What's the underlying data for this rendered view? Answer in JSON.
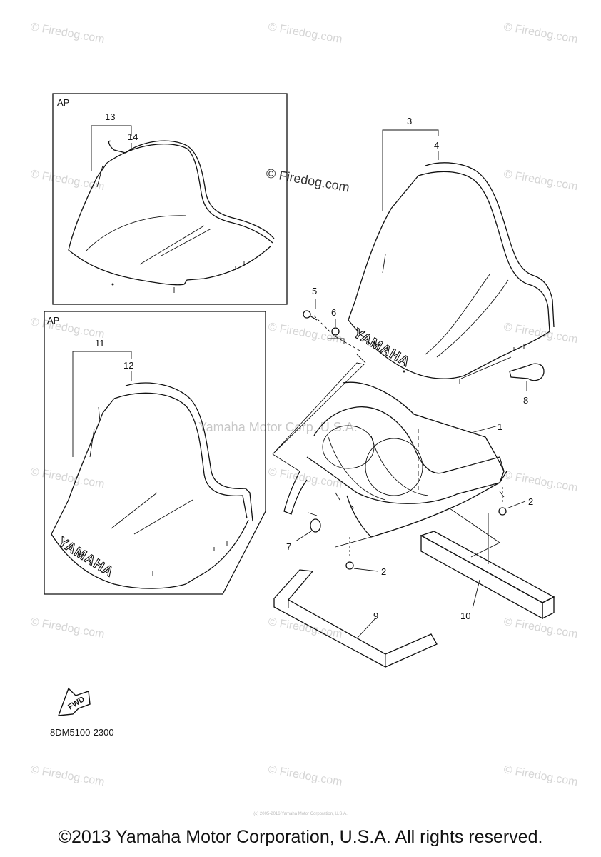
{
  "panels": {
    "ap_top": "AP",
    "ap_left": "AP"
  },
  "callouts": {
    "c1": "1",
    "c2a": "2",
    "c2b": "2",
    "c3": "3",
    "c4": "4",
    "c5": "5",
    "c6": "6",
    "c7": "7",
    "c8": "8",
    "c9": "9",
    "c10": "10",
    "c11": "11",
    "c12": "12",
    "c13": "13",
    "c14": "14"
  },
  "brand_text": "YAMAHA",
  "watermarks": {
    "firedog": "© Firedog.com",
    "center": "Yamaha Motor Corp, U.S.A."
  },
  "fwd_label": "FWD",
  "part_code": "8DM5100-2300",
  "small_copyright": "(c) 2005-2016 Yamaha Motor Corporation, U.S.A.",
  "footer": "©2013 Yamaha Motor Corporation, U.S.A. All rights reserved."
}
